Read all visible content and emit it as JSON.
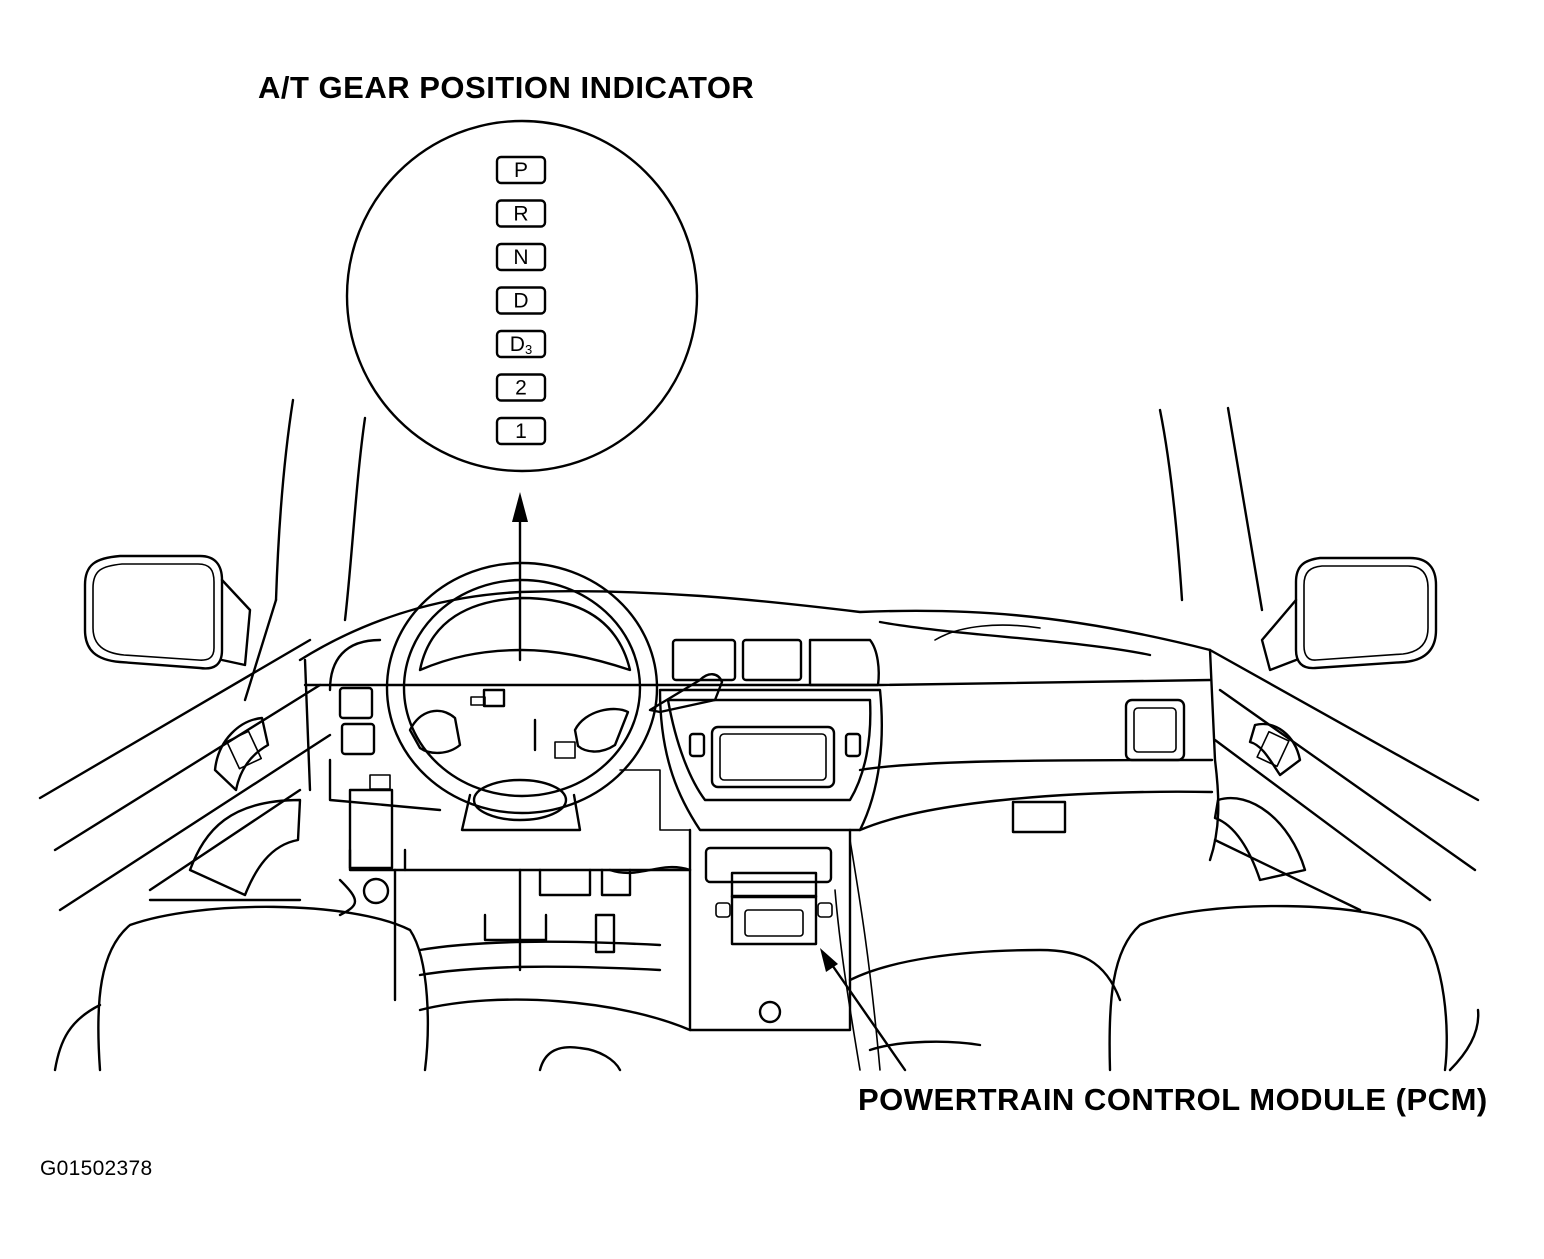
{
  "labels": {
    "gear_indicator": "A/T GEAR POSITION INDICATOR",
    "pcm": "POWERTRAIN CONTROL MODULE (PCM)",
    "figure_id": "G01502378"
  },
  "gear_positions": [
    "P",
    "R",
    "N",
    "D",
    "D3",
    "2",
    "1"
  ],
  "colors": {
    "line": "#000000",
    "background": "#ffffff"
  }
}
